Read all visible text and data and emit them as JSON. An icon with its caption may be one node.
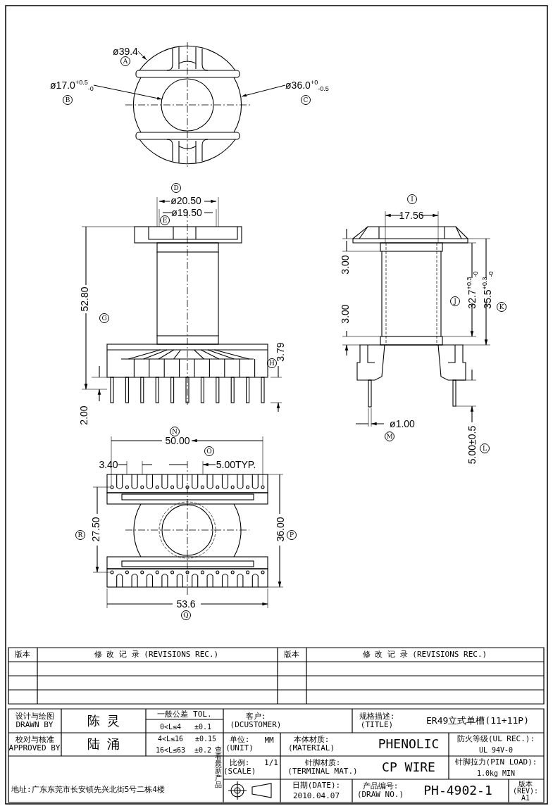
{
  "diagram": {
    "nodes": [
      {
        "text": [
          "ø39.4"
        ]
      },
      {
        "text": [
          "ø17.0$^{+0.5}$$_{-0}$"
        ]
      },
      {
        "text": [
          "ø36.0$^{+0}$$_{-0.5}$"
        ]
      },
      {
        "text": [],
        "shape": "circle"
      },
      {
        "text": [],
        "shape": "circle"
      },
      {
        "text": [],
        "shape": "circle",
        "in": 4
      }
    ],
    "edges": [
      {
        "from": 0,
        "to": 3,
        "arrow": "to"
      },
      {
        "from": 1,
        "to": 5,
        "arrow": "to"
      },
      {
        "from": 2,
        "to": 4,
        "arrow": "to"
      }
    ],
    "labels": [
      "A",
      "B",
      "C",
      "D",
      "ø20.50",
      "ø19.50",
      "E",
      "52.80",
      "G",
      "3.79",
      "H",
      "2.00",
      "I",
      "17.56",
      "3.00",
      "3.00",
      "J",
      "32.7$^{+0.3}$$_{-0}$",
      "35.5$^{+0.3}$$_{-0}$",
      "K",
      "ø1.00",
      "M",
      "5.00±0.5",
      "L",
      "N",
      "50.00",
      "O",
      "3.40",
      "5.00TYP.",
      "27.50",
      "R",
      "36.00",
      "P",
      "53.6",
      "Q",
      "版本",
      "修 改 记 录 (REVISIONS REC.)",
      "版本",
      "修 改 记 录 (REVISIONS REC.)",
      "设计与绘图 DRAWN BY",
      "陈 灵",
      "一般公差 TOL.",
      "0<L≤4",
      "±0.1",
      "4<L≤16",
      "±0.15",
      "16<L≤63",
      "±0.2",
      "客户: (DCUSTOMER)",
      "规格描述: (TITLE)",
      "ER49立式单槽(11+11P)",
      "校对与核准 APPROVED BY",
      "陆 涌",
      "单位: (UNIT)",
      "MM",
      "本体材质: (MATERIAL)",
      "PHENOLIC",
      "防火等级(UL REC.):",
      "UL 94V-0",
      "查看最新产品",
      "比例: (SCALE)",
      "1/1",
      "针脚材质: (TERMINAL MAT.)",
      "CP WIRE",
      "针脚拉力(PIN LOAD):",
      "1.0kg MIN",
      "地址:广东东莞市长安镇先兴北街5号二栋4楼",
      "日期(DATE):",
      "2010.04.07",
      "产品编号: (DRAW NO.)",
      "PH-4902-1",
      "版本(REV):",
      "A1"
    ]
  }
}
